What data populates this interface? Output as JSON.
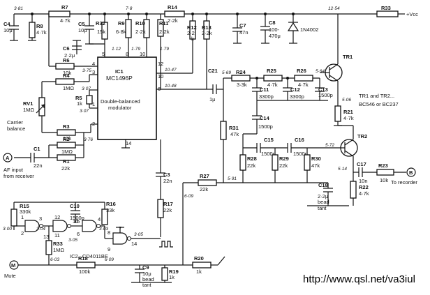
{
  "supply": {
    "label": "+Vcc",
    "r33": "R33"
  },
  "voltages": {
    "v_r7": "3·81",
    "v_r14": "7·8",
    "v_c8": "12·54",
    "v_pin3": "3·75",
    "v_pin1_12": "1·12",
    "v_pin2": "1·79",
    "v_r11": "1·79",
    "v_pin10": "10·47",
    "v_pin6": "10·48",
    "v_r24": "5·69",
    "v_tr1": "5·64",
    "v_tr1e": "5·06",
    "v_r5a": "3·07",
    "v_r5b": "3·07",
    "v_r3": "3·76",
    "v_tr2": "5·72",
    "v_c17": "5·14",
    "v_r27": "5·91",
    "v_mid": "6·09",
    "v_ic2_in": "3·00",
    "v_ic2_a": "3·04",
    "v_ic2_b": "3·03",
    "v_ic2_c": "3·05",
    "v_ic2_d": "3·05",
    "v_mute": "6·03",
    "v_r18": "6·09"
  },
  "ic1": {
    "name": "IC1",
    "part": "MC1496P",
    "desc1": "Double-balanced",
    "desc2": "modulator"
  },
  "ic2": {
    "label": "IC2...CD4011BE"
  },
  "trans": {
    "tr1": "TR1",
    "tr2": "TR2",
    "note1": "TR1 and TR2...",
    "note2": "BC546 or BC237"
  },
  "components": {
    "c4": "C4",
    "c4v": "10μ",
    "r8": "R8",
    "r8v": "4·7k",
    "r7": "R7",
    "r7v": "4·7k",
    "c5": "C5",
    "c5v": "10μ",
    "r32": "R32",
    "r32v": "15k",
    "r9": "R9",
    "r9v": "6·8k",
    "r10": "R10",
    "r10v": "2·2k",
    "r11": "R11",
    "r11v": "2·2k",
    "r14": "R14",
    "r14v": "2·2k",
    "r12": "R12",
    "r12v": "2·2",
    "r12v2": "k",
    "r13": "R13",
    "r13v": "2·2k",
    "c7": "C7",
    "c7v": "47n",
    "c8": "C8",
    "c8v": "100-",
    "c8v2": "470μ",
    "d1": "1N4002",
    "c6": "C6",
    "c6v": "2·2μ",
    "r6": "R6",
    "r6v": "10k",
    "r4": "R4",
    "r4v": "1MΩ",
    "rv1": "RV1",
    "rv1v": "1MΩ",
    "carrier1": "Carrier",
    "carrier2": "balance",
    "r5": "R5",
    "r5v": "1k",
    "r3": "R3",
    "r3v": "10k",
    "c1": "C1",
    "c1v": "22n",
    "r2": "R2",
    "r2v": "1MΩ",
    "r1": "R1",
    "r1v": "22k",
    "af_in1": "AF input",
    "af_in2": "from receiver",
    "c21": "C21",
    "c21v": "1μ",
    "r24": "R24",
    "r24v": "3·3k",
    "r25": "R25",
    "r25v": "4·7k",
    "r26": "R26",
    "r26v": "4·7k",
    "c11": "C11",
    "c11v": "3300p",
    "c12": "C12",
    "c12v": "3300p",
    "c13": "C13",
    "c13v": "1500p",
    "r21": "R21",
    "r21v": "4·7k",
    "c14": "C14",
    "c14v": "1500p",
    "r31": "R31",
    "r31v": "47k",
    "c15": "C15",
    "c15v": "1500p",
    "c16": "C16",
    "c16v": "1500p",
    "r28": "R28",
    "r28v": "22k",
    "r29": "R29",
    "r29v": "22k",
    "r30": "R30",
    "r30v": "47k",
    "c17": "C17",
    "c17v": "10n",
    "r23": "R23",
    "r23v": "10k",
    "recorder": "To recorder",
    "c18": "C18",
    "c18v": "2·2μ",
    "c18v2": "bead",
    "c18v3": "tant",
    "r22": "R22",
    "r22v": "4·7k",
    "c3": "C3",
    "c3v": "22n",
    "r17": "R17",
    "r17v": "22k",
    "r27": "R27",
    "r27v": "22k",
    "r15": "R15",
    "r15v": "330k",
    "c10": "C10",
    "c10v": "1500p",
    "r16": "R16",
    "r16v": "33k",
    "r33b": "R33",
    "r33bv": "1MΩ",
    "r18": "R18",
    "r18v": "100k",
    "c9": "C9",
    "c9v": "10μ",
    "c9v2": "bead",
    "c9v3": "tant",
    "r19": "R19",
    "r19v": "1k",
    "r20": "R20",
    "r20v": "1k",
    "mute": "Mute"
  },
  "terminals": {
    "a": "A",
    "b": "B",
    "m": "M"
  },
  "pins": {
    "p5": "5",
    "p8": "8",
    "p10_top": "10",
    "p12": "12",
    "p10": "10",
    "p6": "6",
    "p4": "4",
    "p3": "3",
    "p1": "1",
    "p2": "2",
    "p14": "14",
    "g1": "1",
    "g2": "2",
    "g3": "3",
    "g13": "13",
    "g12": "12",
    "g11": "11",
    "g10": "10",
    "g5": "5",
    "g6": "6",
    "g4": "4",
    "g7": "7",
    "g8": "8",
    "g9": "9",
    "g14": "14"
  },
  "footer": {
    "url": "http://www.qsl.net/va3iul"
  }
}
